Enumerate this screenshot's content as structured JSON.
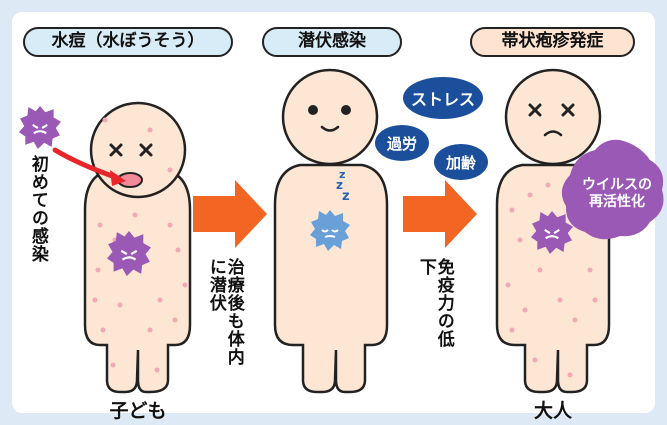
{
  "stages": {
    "chickenpox": "水痘（水ぼうそう）",
    "latent": "潜伏感染",
    "shingles": "帯状疱疹発症"
  },
  "notes": {
    "first_infection": "初めての感染",
    "after_treatment": "治療後も体内に潜伏",
    "immunity_drop": "免疫力の低下"
  },
  "triggers": {
    "stress": "ストレス",
    "overwork": "過労",
    "aging": "加齢"
  },
  "reactivation": "ウイルスの再活性化",
  "labels": {
    "child": "子ども",
    "adult": "大人"
  },
  "colors": {
    "background": "#dde9f4",
    "pill_blue": "#d8ecf7",
    "pill_orange": "#fde3d0",
    "skin": "#fde7d4",
    "arrow": "#f26522",
    "trigger_badge": "#1b4f9c",
    "virus_purple": "#9b59b6",
    "sleep_virus_blue": "#6aa0d8",
    "rash": "#f2a7b4"
  },
  "icons": [
    "virus-icon",
    "sleeping-virus-icon",
    "arrow-right-icon"
  ]
}
